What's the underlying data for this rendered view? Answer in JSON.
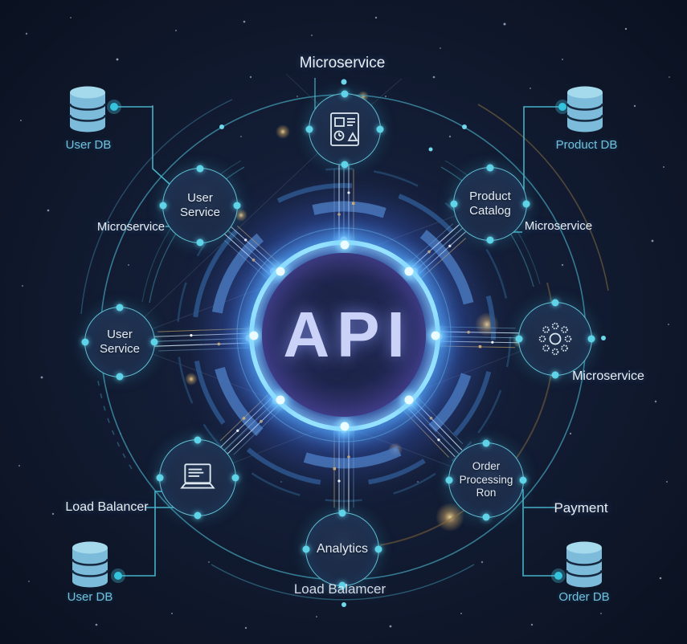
{
  "hub": {
    "label": "API"
  },
  "nodes": {
    "top": {
      "icon": "document-icon"
    },
    "top_left": {
      "label": "User Service"
    },
    "top_right": {
      "label": "Product Catalog"
    },
    "left": {
      "label": "User Service"
    },
    "right": {
      "icon": "gear-icon"
    },
    "bottom_left": {
      "icon": "laptop-icon"
    },
    "bottom_right": {
      "label": "Order Processing Ron"
    },
    "bottom": {
      "label": "Analytics"
    }
  },
  "labels": {
    "top_microservice": "Microservice",
    "left_microservice": "Microservice",
    "top_right_microservice": "Microservice",
    "right_microservice": "Microservice",
    "load_balancer": "Load Balancer",
    "payment": "Payment",
    "bottom_load_balancer": "Load Balamcer"
  },
  "databases": {
    "top_left": {
      "label": "User DB",
      "icon": "database-icon"
    },
    "top_right": {
      "label": "Product DB",
      "icon": "database-icon"
    },
    "bottom_left": {
      "label": "User DB",
      "icon": "database-icon"
    },
    "bottom_right": {
      "label": "Order DB",
      "icon": "database-icon"
    }
  },
  "colors": {
    "background": "#101a2e",
    "accent_cyan": "#5fd3e8",
    "hub_ring": "#96e3ff",
    "hub_glow_purple": "#6a5fd0",
    "db_icon": "#7cbcd9",
    "db_label": "#6fc2de",
    "gold_accent": "#c9a050",
    "arc_blue": "#4e7fb8",
    "text_white": "#e9eef5"
  }
}
